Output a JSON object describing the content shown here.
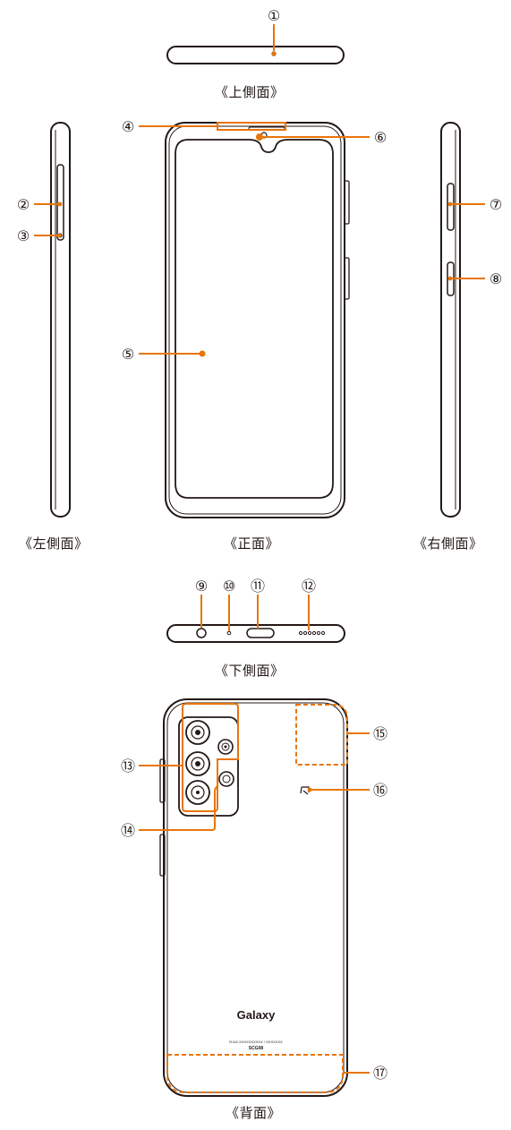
{
  "colors": {
    "outline": "#231815",
    "accent": "#e8750a",
    "background": "#ffffff"
  },
  "views": {
    "top_side": "《上側面》",
    "left_side": "《左側面》",
    "front": "《正面》",
    "right_side": "《右側面》",
    "bottom_side": "《下側面》",
    "back": "《背面》"
  },
  "back_print": {
    "brand": "Galaxy",
    "regulatory_line": "R-NZ-XXXXXXXXXX / XXXXXXX",
    "model": "SCG08"
  },
  "callouts": [
    "①",
    "②",
    "③",
    "④",
    "⑤",
    "⑥",
    "⑦",
    "⑧",
    "⑨",
    "⑩",
    "⑪",
    "⑫",
    "⑬",
    "⑭",
    "⑮",
    "⑯",
    "⑰"
  ]
}
